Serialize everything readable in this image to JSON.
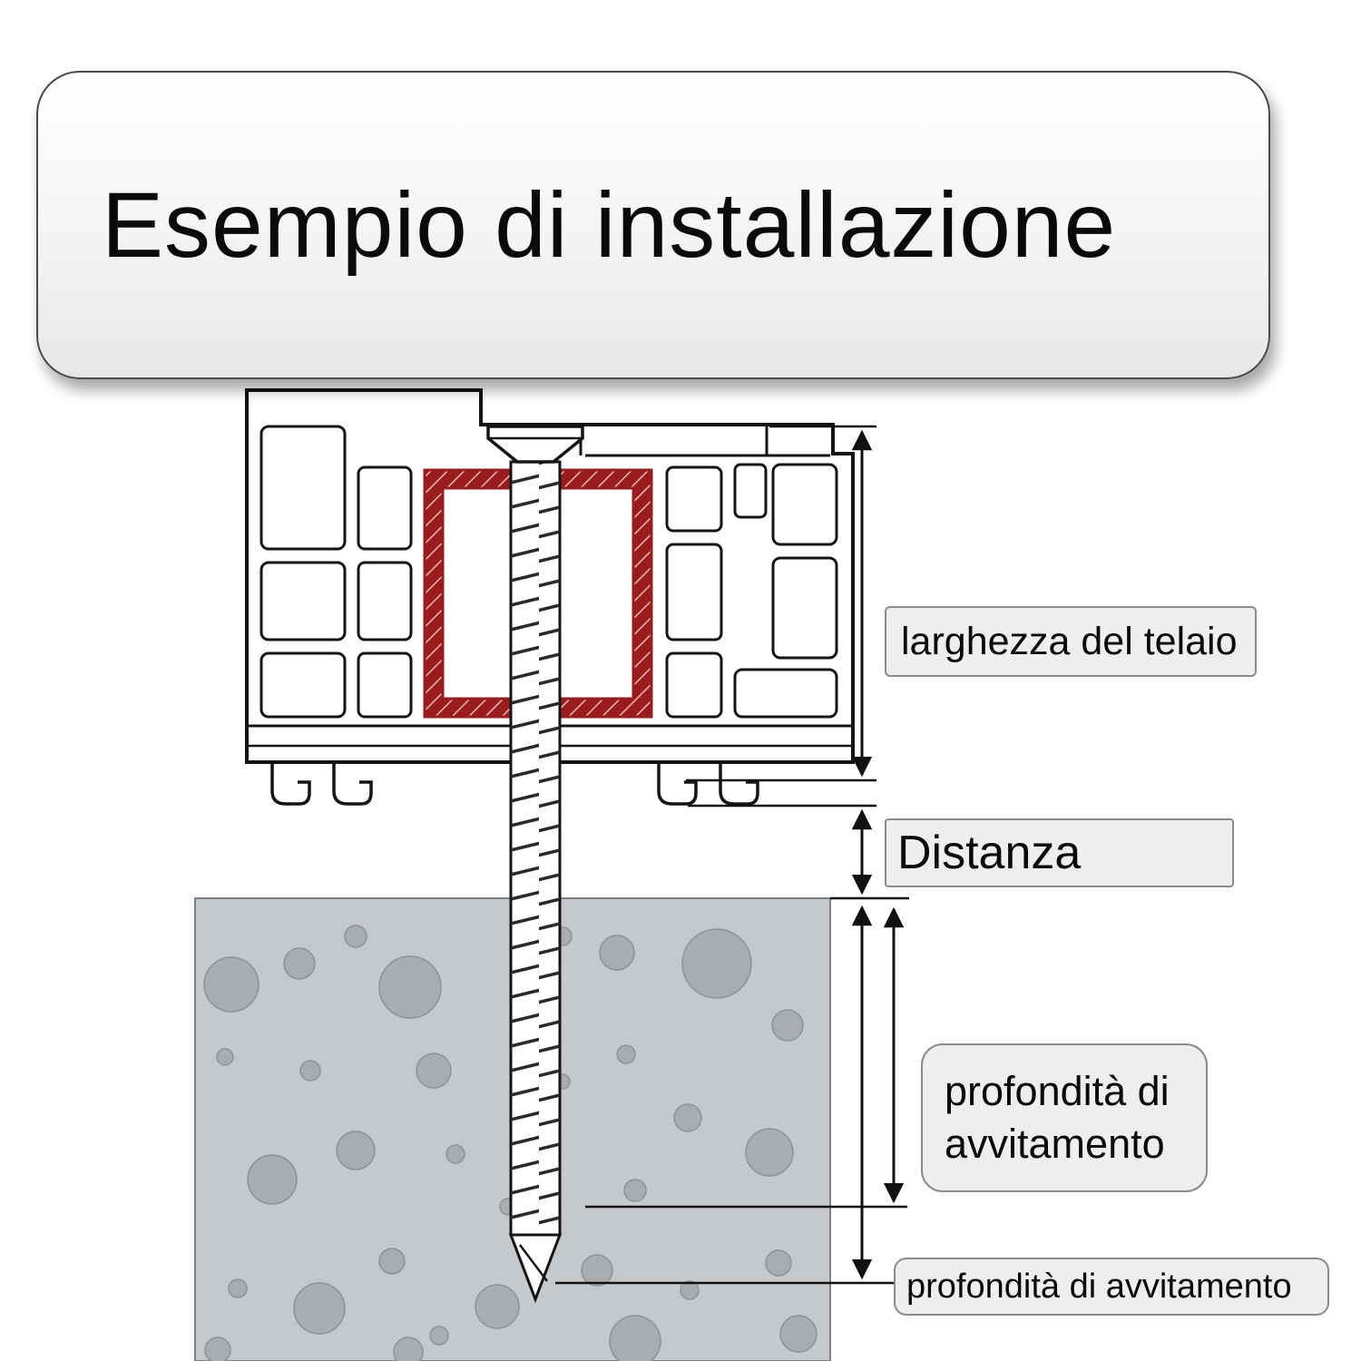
{
  "title": "Esempio di installazione",
  "labels": {
    "frame_width": "larghezza del telaio",
    "distance": "Distanza",
    "screw_depth_multiline": "profondità di\navvitamento",
    "screw_depth_inline": "profondità di avvitamento"
  },
  "colors": {
    "outline": "#141414",
    "reinforcement_red": "#9b1c1c",
    "reinforcement_hatch_light": "#e7b9b9",
    "concrete_gray": "#c6c9cb",
    "aggregate_gray": "#a9adb0",
    "label_background": "#eeeeee",
    "label_border": "#8a8a8a",
    "title_background": "#f4f4f4"
  }
}
